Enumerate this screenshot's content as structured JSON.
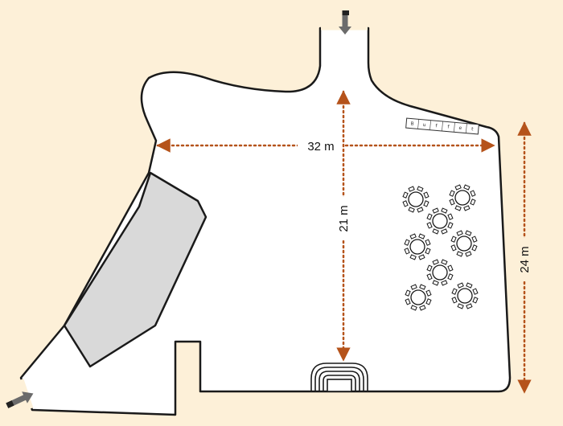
{
  "colors": {
    "background": "#fdf0d8",
    "floor": "#ffffff",
    "wall": "#1a1a1a",
    "stage_area": "#d9d9d9",
    "dimension": "#b5531b",
    "entrance_arrow": "#666666"
  },
  "dimensions": {
    "width_label": "32 m",
    "depth_label": "21 m",
    "height_label": "24 m"
  },
  "buffet": {
    "letters": [
      "B",
      "u",
      "f",
      "f",
      "e",
      "t"
    ]
  },
  "tables": {
    "count": 8
  },
  "icons": {
    "entrances": [
      "entrance-arrow-icon",
      "entrance-arrow-icon"
    ],
    "stairs": "stairs-icon",
    "table": "round-table-icon"
  }
}
